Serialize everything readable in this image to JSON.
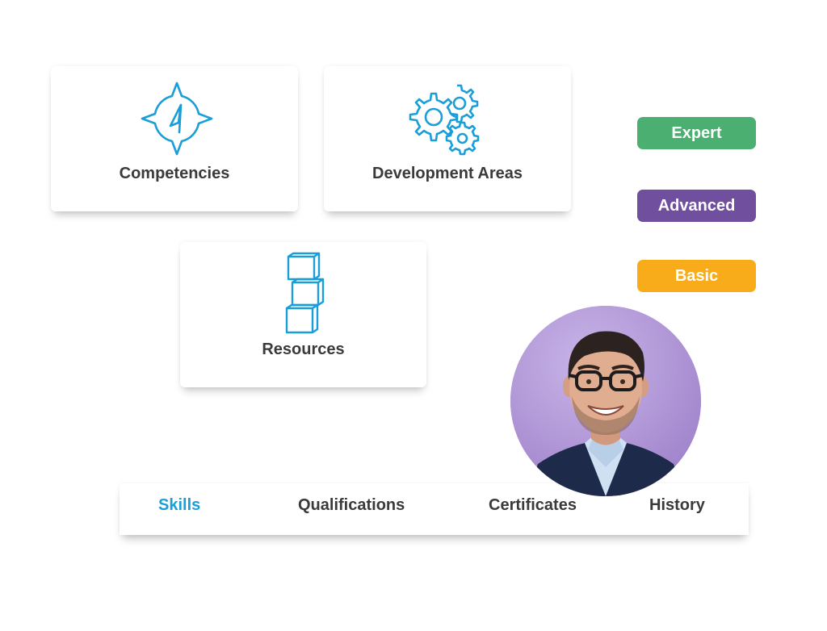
{
  "cards": {
    "competencies": {
      "label": "Competencies",
      "icon": "compass-icon"
    },
    "development": {
      "label": "Development Areas",
      "icon": "gears-icon"
    },
    "resources": {
      "label": "Resources",
      "icon": "stacked-cubes-icon"
    }
  },
  "badges": [
    {
      "label": "Expert",
      "color": "#4caf72"
    },
    {
      "label": "Advanced",
      "color": "#6f4f9e"
    },
    {
      "label": "Basic",
      "color": "#f9ac1a"
    }
  ],
  "tabs": [
    {
      "label": "Skills",
      "active": true
    },
    {
      "label": "Qualifications",
      "active": false
    },
    {
      "label": "Certificates",
      "active": false
    },
    {
      "label": "History",
      "active": false
    }
  ],
  "colors": {
    "accent": "#1a9ed8",
    "text": "#3a3a3a",
    "avatar_bg": "#b9a2dc"
  }
}
